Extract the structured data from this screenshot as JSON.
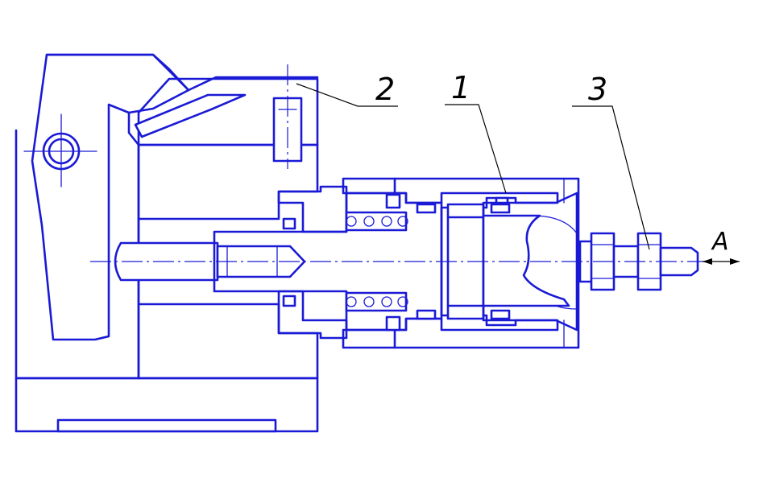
{
  "labels": {
    "part_1": "1",
    "part_2": "2",
    "part_3": "3",
    "direction": "A"
  },
  "colors": {
    "outline": "#1a1ad6",
    "leader": "#000000",
    "background": "#ffffff"
  }
}
